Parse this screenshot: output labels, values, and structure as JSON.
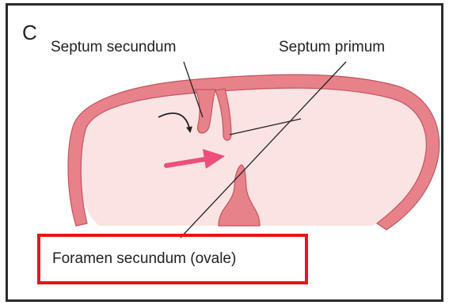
{
  "panel_letter": "C",
  "labels": {
    "septum_secundum": "Septum secundum",
    "septum_primum": "Septum primum",
    "foramen": "Foramen secundum (ovale)"
  },
  "colors": {
    "wall": "#e8828a",
    "wall_outline": "#c2545e",
    "chamber": "#fbe3e3",
    "arrow": "#ec4f7a",
    "highlight": "#e8141c",
    "leader": "#222222"
  },
  "icons": {
    "blood_flow_arrow": "curved-arrow-icon",
    "shunt_arrow": "right-arrow-icon"
  }
}
